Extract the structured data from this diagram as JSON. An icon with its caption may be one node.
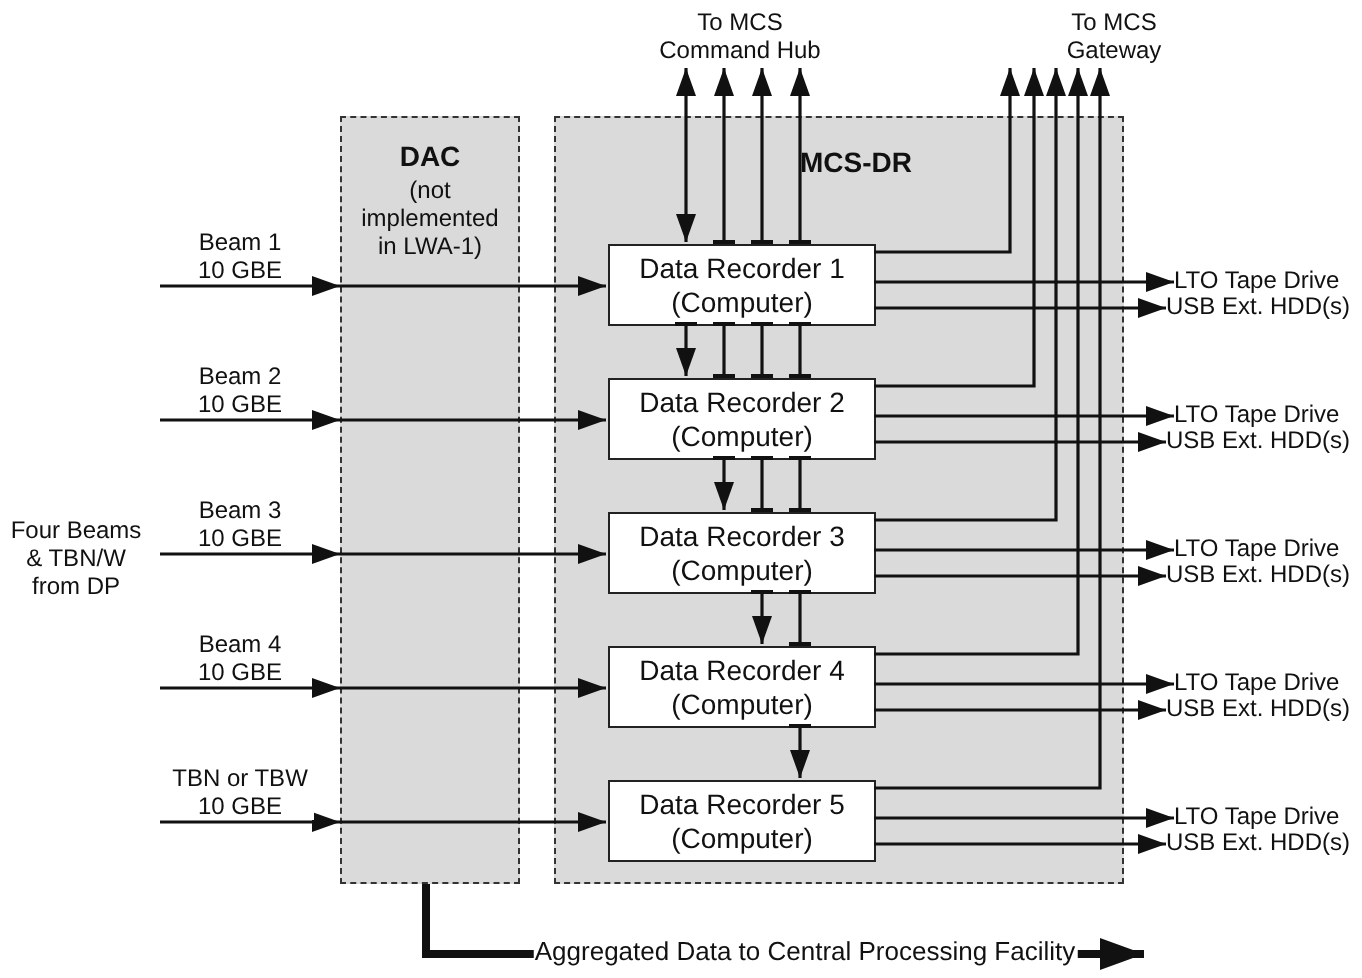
{
  "diagram": {
    "nodes": [
      {
        "text": [
          "To MCS Command Hub"
        ]
      },
      {
        "text": [
          "To MCS Gateway"
        ]
      },
      {
        "text": [
          "DAC",
          "(not implemented in LWA-1)"
        ]
      },
      {
        "text": [
          "MCS-DR"
        ]
      },
      {
        "text": [
          "Data Recorder 1",
          "(Computer)"
        ],
        "in": 3
      },
      {
        "text": [
          "Data Recorder 2",
          "(Computer)"
        ],
        "in": 3
      },
      {
        "text": [
          "Data Recorder 3",
          "(Computer)"
        ],
        "in": 3
      },
      {
        "text": [
          "Data Recorder 4",
          "(Computer)"
        ],
        "in": 3
      },
      {
        "text": [
          "Data Recorder 5",
          "(Computer)"
        ],
        "in": 3
      },
      {
        "text": [
          "LTO Tape Drive"
        ]
      },
      {
        "text": [
          "USB Ext. HDD(s)"
        ]
      },
      {
        "text": [
          "LTO Tape Drive"
        ]
      },
      {
        "text": [
          "USB Ext. HDD(s)"
        ]
      },
      {
        "text": [
          "LTO Tape Drive"
        ]
      },
      {
        "text": [
          "USB Ext. HDD(s)"
        ]
      },
      {
        "text": [
          "LTO Tape Drive"
        ]
      },
      {
        "text": [
          "USB Ext. HDD(s)"
        ]
      },
      {
        "text": [
          "LTO Tape Drive"
        ]
      },
      {
        "text": [
          "USB Ext. HDD(s)"
        ]
      }
    ],
    "edges": [
      {
        "from": null,
        "to": 2,
        "arrow": "to",
        "label": "Beam 1 10 GBE"
      },
      {
        "from": 2,
        "to": 4,
        "arrow": "to"
      },
      {
        "from": null,
        "to": 2,
        "arrow": "to",
        "label": "Beam 2 10 GBE"
      },
      {
        "from": 2,
        "to": 5,
        "arrow": "to"
      },
      {
        "from": null,
        "to": 2,
        "arrow": "to",
        "label": "Beam 3 10 GBE"
      },
      {
        "from": 2,
        "to": 6,
        "arrow": "to"
      },
      {
        "from": null,
        "to": 2,
        "arrow": "to",
        "label": "Beam 4 10 GBE"
      },
      {
        "from": 2,
        "to": 7,
        "arrow": "to"
      },
      {
        "from": null,
        "to": 2,
        "arrow": "to",
        "label": "TBN or TBW 10 GBE"
      },
      {
        "from": 2,
        "to": 8,
        "arrow": "to"
      },
      {
        "from": 4,
        "to": 0,
        "arrow": "both"
      },
      {
        "from": 4,
        "to": 0,
        "arrow": "to"
      },
      {
        "from": 4,
        "to": 0,
        "arrow": "to"
      },
      {
        "from": 4,
        "to": 0,
        "arrow": "to"
      },
      {
        "from": 4,
        "to": 5,
        "arrow": "to"
      },
      {
        "from": 4,
        "to": 5,
        "arrow": "other"
      },
      {
        "from": 4,
        "to": 5,
        "arrow": "other"
      },
      {
        "from": 4,
        "to": 5,
        "arrow": "other"
      },
      {
        "from": 5,
        "to": 6,
        "arrow": "to"
      },
      {
        "from": 5,
        "to": 6,
        "arrow": "other"
      },
      {
        "from": 5,
        "to": 6,
        "arrow": "other"
      },
      {
        "from": 6,
        "to": 7,
        "arrow": "to"
      },
      {
        "from": 6,
        "to": 7,
        "arrow": "other"
      },
      {
        "from": 7,
        "to": 8,
        "arrow": "to"
      },
      {
        "from": 4,
        "to": 1,
        "arrow": "to"
      },
      {
        "from": 5,
        "to": 1,
        "arrow": "to"
      },
      {
        "from": 6,
        "to": 1,
        "arrow": "to"
      },
      {
        "from": 7,
        "to": 1,
        "arrow": "to"
      },
      {
        "from": 8,
        "to": 1,
        "arrow": "to"
      },
      {
        "from": 4,
        "to": 9,
        "arrow": "to"
      },
      {
        "from": 4,
        "to": 10,
        "arrow": "to"
      },
      {
        "from": 5,
        "to": 11,
        "arrow": "to"
      },
      {
        "from": 5,
        "to": 12,
        "arrow": "to"
      },
      {
        "from": 6,
        "to": 13,
        "arrow": "to"
      },
      {
        "from": 6,
        "to": 14,
        "arrow": "to"
      },
      {
        "from": 7,
        "to": 15,
        "arrow": "to"
      },
      {
        "from": 7,
        "to": 16,
        "arrow": "to"
      },
      {
        "from": 8,
        "to": 17,
        "arrow": "to"
      },
      {
        "from": 8,
        "to": 18,
        "arrow": "to"
      },
      {
        "from": 2,
        "to": null,
        "arrow": "to",
        "label": "Aggregated Data to Central Processing Facility",
        "style": "thick"
      }
    ],
    "labels": [
      "Four Beams & TBN/W from DP"
    ]
  }
}
